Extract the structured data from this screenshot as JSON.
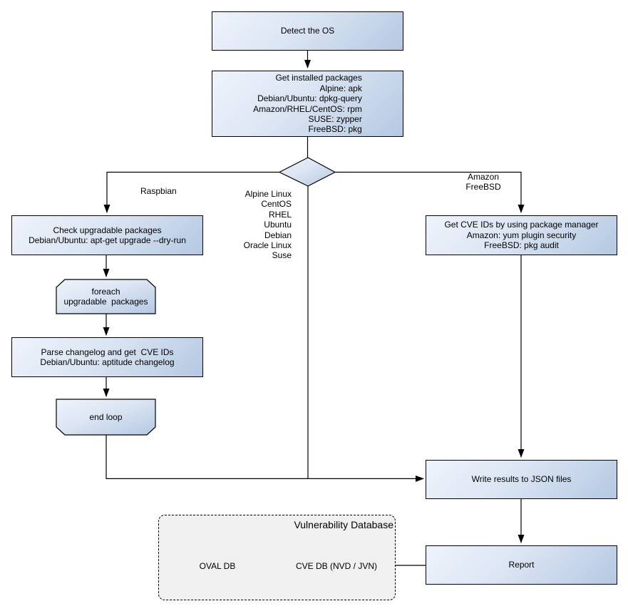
{
  "nodes": {
    "detect_os": {
      "label": "Detect the OS"
    },
    "get_packages": {
      "lines": [
        "Get installed packages",
        "Alpine: apk",
        "Debian/Ubuntu: dpkg-query",
        "Amazon/RHEL/CentOS: rpm",
        "SUSE: zypper",
        "FreeBSD: pkg"
      ]
    },
    "check_upgradable": {
      "lines": [
        "Check upgradable packages",
        "Debian/Ubuntu: apt-get upgrade --dry-run"
      ]
    },
    "foreach_loop": {
      "lines": [
        "foreach",
        "upgradable  packages"
      ]
    },
    "parse_changelog": {
      "lines": [
        "Parse changelog and get  CVE IDs",
        "Debian/Ubuntu: aptitude changelog"
      ]
    },
    "end_loop": {
      "label": "end loop"
    },
    "get_cve_ids": {
      "lines": [
        "Get CVE IDs by using package manager",
        "Amazon: yum plugin security",
        "FreeBSD: pkg audit"
      ]
    },
    "write_results": {
      "label": "Write results to JSON files"
    },
    "report": {
      "label": "Report"
    }
  },
  "edges": {
    "raspbian_label": "Raspbian",
    "middle_os_list": [
      "Alpine Linux",
      "CentOS",
      "RHEL",
      "Ubuntu",
      "Debian",
      "Oracle Linux",
      "Suse"
    ],
    "right_labels": [
      "Amazon",
      "FreeBSD"
    ]
  },
  "database": {
    "title": "Vulnerability Database",
    "oval_label": "OVAL DB",
    "cve_label": "CVE DB (NVD / JVN)"
  },
  "colors": {
    "node_gradient_start": "#eff3fb",
    "node_gradient_end": "#b4c8e2",
    "node_border": "#000000",
    "db_container_fill": "#f0f0f0",
    "background": "#ffffff",
    "line_color": "#000000"
  }
}
